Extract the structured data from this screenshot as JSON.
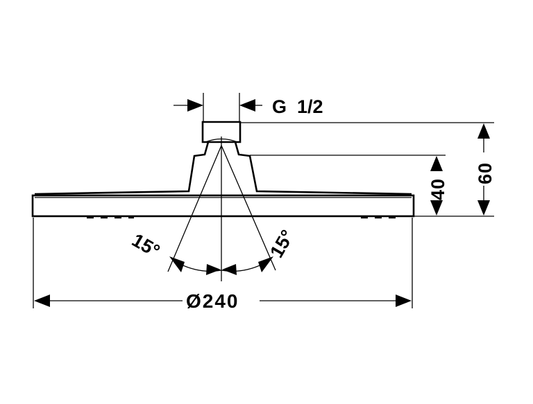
{
  "dimensions": {
    "connection": "G  1/2",
    "spray_angle_left": "15°",
    "spray_angle_right": "15°",
    "diameter": "Ø240",
    "height_body": "40",
    "height_total": "60"
  }
}
